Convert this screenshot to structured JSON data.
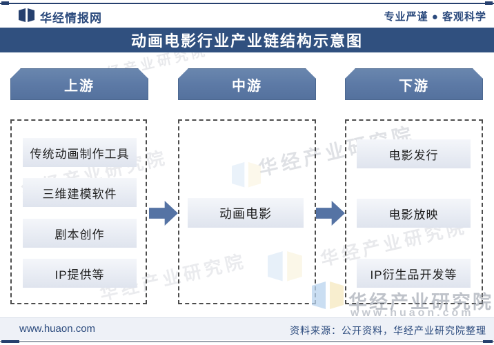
{
  "header": {
    "brand": "华经情报网",
    "tagline": "专业严谨 ● 客观科学",
    "title": "动画电影行业产业链结构示意图"
  },
  "columns": [
    {
      "label": "上游",
      "items": [
        "传统动画制作工具",
        "三维建模软件",
        "剧本创作",
        "IP提供等"
      ]
    },
    {
      "label": "中游",
      "items": [
        "动画电影"
      ]
    },
    {
      "label": "下游",
      "items": [
        "电影发行",
        "电影放映",
        "IP衍生品开发等"
      ]
    }
  ],
  "footer": {
    "website": "www.huaon.com",
    "source": "资料来源：公开资料，华经产业研究院整理"
  },
  "watermark": {
    "text": "华经产业研究院",
    "url": "www.huaon.com"
  },
  "colors": {
    "banner_navy": "#30507f",
    "header_slate": "#5d7aa6",
    "arrow_blue": "#5573a4",
    "item_bg": "#e3e8f1",
    "accent_navy": "#26406e",
    "footer_text": "#2b4a7d"
  }
}
